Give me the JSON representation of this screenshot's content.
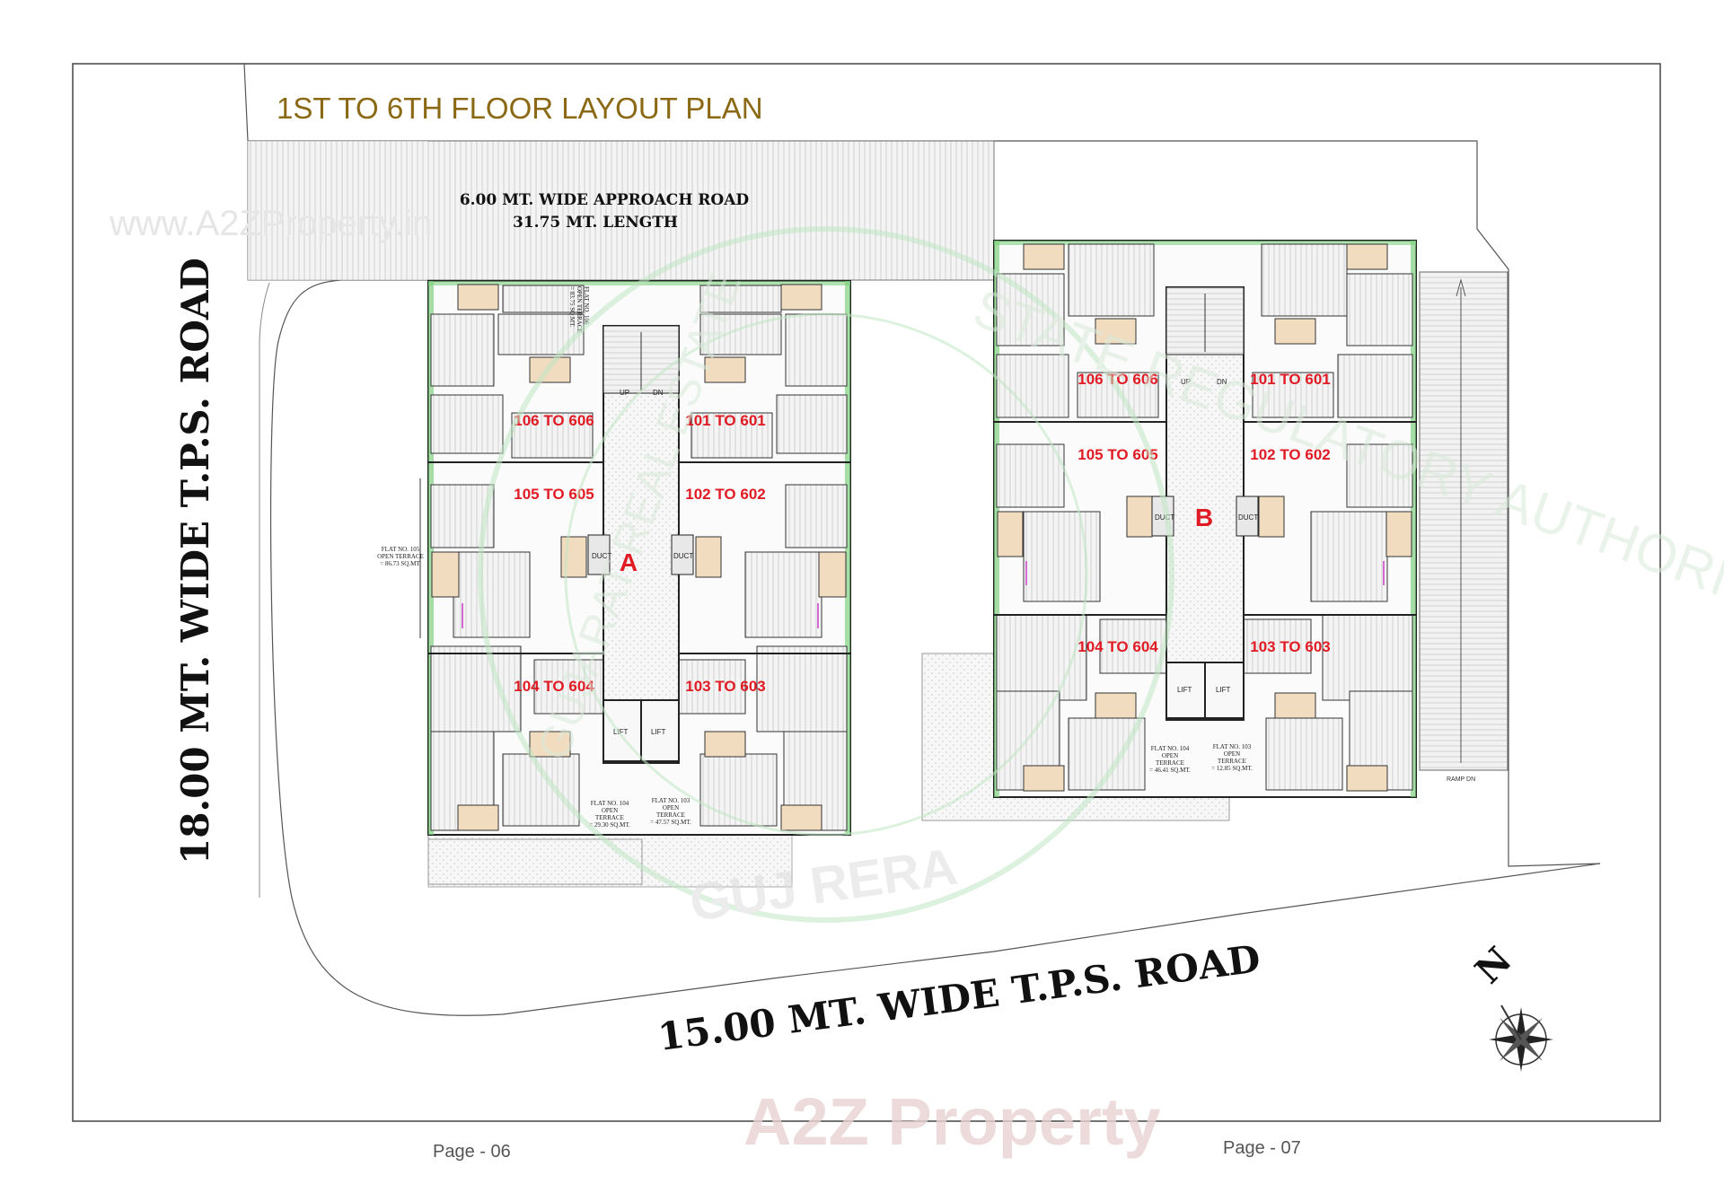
{
  "title": "1ST TO 6TH FLOOR LAYOUT PLAN",
  "watermark_url": "www.A2ZProperty.in",
  "approach_road": {
    "line1": "6.00 MT. WIDE APPROACH ROAD",
    "line2": "31.75 MT. LENGTH"
  },
  "roads": {
    "west": "18.00  MT. WIDE T.P.S. ROAD",
    "south": "15.00  MT. WIDE T.P.S. ROAD"
  },
  "blocks": [
    {
      "label": "A",
      "units": [
        "106 TO 606",
        "101 TO 601",
        "105 TO 605",
        "102 TO 602",
        "104 TO 604",
        "103 TO 603"
      ]
    },
    {
      "label": "B",
      "units": [
        "106 TO 606",
        "101 TO 601",
        "105 TO 605",
        "102 TO 602",
        "104 TO 604",
        "103 TO 603"
      ]
    }
  ],
  "core_labels": {
    "up": "UP",
    "dn": "DN",
    "duct": "DUCT",
    "lift": "LIFT"
  },
  "terraces": {
    "a_106": [
      "FLAT NO. 106",
      "OPEN TERRACE",
      "= 83.75 SQ.MT."
    ],
    "a_105": [
      "FLAT NO. 105",
      "OPEN TERRACE",
      "= 86.73 SQ.MT."
    ],
    "a_104": [
      "FLAT NO. 104",
      "OPEN",
      "TERRACE",
      "= 29.30 SQ.MT."
    ],
    "a_103": [
      "FLAT NO. 103",
      "OPEN",
      "TERRACE",
      "= 47.57 SQ.MT."
    ],
    "b_104": [
      "FLAT NO. 104",
      "OPEN",
      "TERRACE",
      "= 46.41 SQ.MT."
    ],
    "b_103": [
      "FLAT NO. 103",
      "OPEN",
      "TERRACE",
      "= 12.85 SQ.MT."
    ]
  },
  "ramp": "RAMP DN",
  "north": "N",
  "stamp": {
    "top": "STATE REGULATORY AUTHORITY",
    "left": "GUJARAT REAL ESTATE",
    "bottom": "GUJ RERA"
  },
  "brand": "A2Z Property",
  "pages": {
    "left": "Page - 06",
    "right": "Page - 07"
  },
  "colors": {
    "title": "#8b6914",
    "unit_label": "#e01b24",
    "terrace_green": "#7fd17f",
    "stamp_green": "#bfe6c4"
  }
}
